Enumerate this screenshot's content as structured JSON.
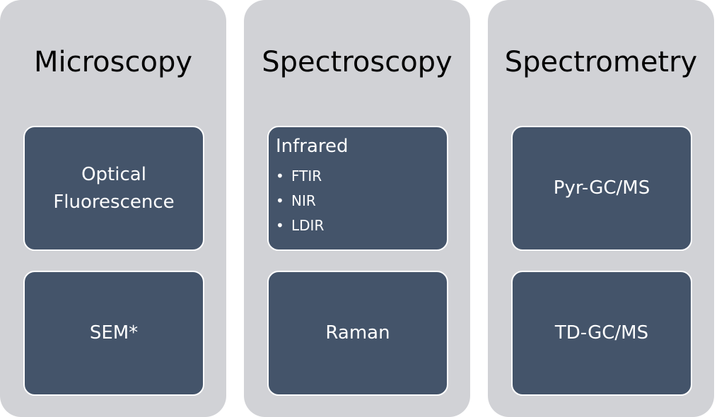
{
  "columns": [
    {
      "title": "Microscopy",
      "top_box": {
        "lines": [
          "Optical",
          "Fluorescence"
        ]
      },
      "bottom_box": {
        "label": "SEM*"
      }
    },
    {
      "title": "Spectroscopy",
      "top_box": {
        "heading": "Infrared",
        "items": [
          "FTIR",
          "NIR",
          "LDIR"
        ]
      },
      "bottom_box": {
        "label": "Raman"
      }
    },
    {
      "title": "Spectrometry",
      "top_box": {
        "label": "Pyr-GC/MS"
      },
      "bottom_box": {
        "label": "TD-GC/MS"
      }
    }
  ],
  "bullet_glyph": "•",
  "colors": {
    "panel_background": "#d1d2d6",
    "box_fill": "#44546a",
    "box_border": "#ffffff",
    "title_text": "#000000",
    "box_text": "#ffffff"
  }
}
